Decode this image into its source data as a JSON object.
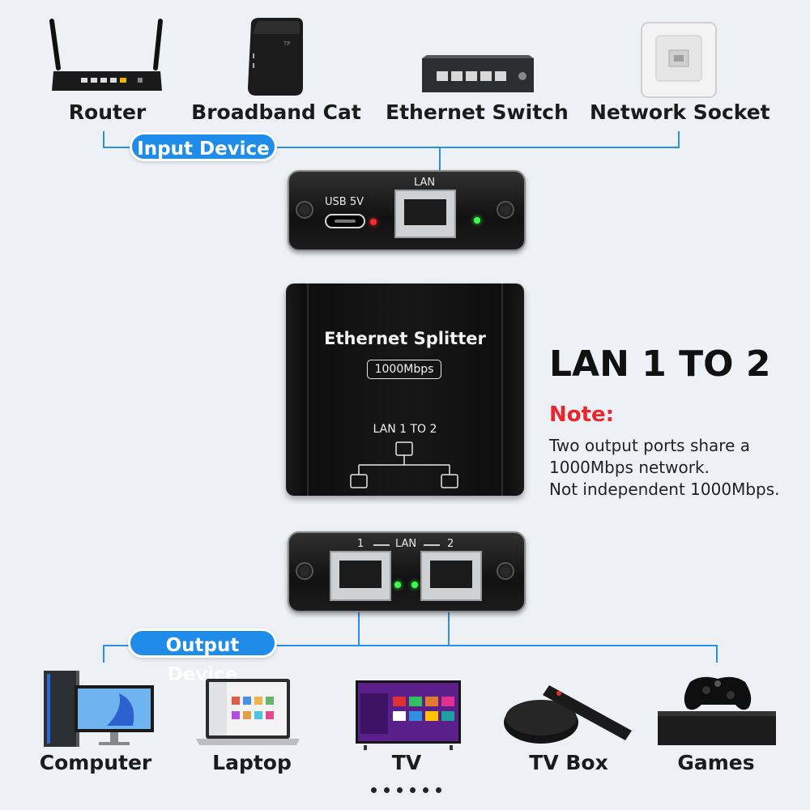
{
  "input_devices": [
    {
      "label": "Router",
      "icon": "router-icon"
    },
    {
      "label": "Broadband Cat",
      "icon": "modem-icon"
    },
    {
      "label": "Ethernet Switch",
      "icon": "ethernet-switch-icon"
    },
    {
      "label": "Network Socket",
      "icon": "wall-socket-icon"
    }
  ],
  "input_pill": "Input Device",
  "output_pill": "Output Device",
  "top_panel": {
    "usb_label": "USB 5V",
    "lan_label": "LAN"
  },
  "splitter": {
    "title": "Ethernet Splitter",
    "speed": "1000Mbps",
    "mode": "LAN 1 TO 2"
  },
  "bottom_panel": {
    "port1": "1",
    "lan": "LAN",
    "port2": "2"
  },
  "heading": "LAN 1 TO 2",
  "note": {
    "title": "Note:",
    "lines": [
      "Two output ports share a",
      "1000Mbps network.",
      "Not independent 1000Mbps."
    ]
  },
  "output_devices": [
    {
      "label": "Computer",
      "icon": "computer-icon"
    },
    {
      "label": "Laptop",
      "icon": "laptop-icon"
    },
    {
      "label": "TV",
      "icon": "tv-icon"
    },
    {
      "label": "TV Box",
      "icon": "tv-box-icon"
    },
    {
      "label": "Games",
      "icon": "game-console-icon"
    }
  ],
  "colors": {
    "accent": "#1f8cea",
    "note": "#e8262b",
    "background": "#edf1f5",
    "led_red": "#ff2a2a",
    "led_green": "#3cff4a"
  },
  "pagination": {
    "dot_count": 6
  }
}
